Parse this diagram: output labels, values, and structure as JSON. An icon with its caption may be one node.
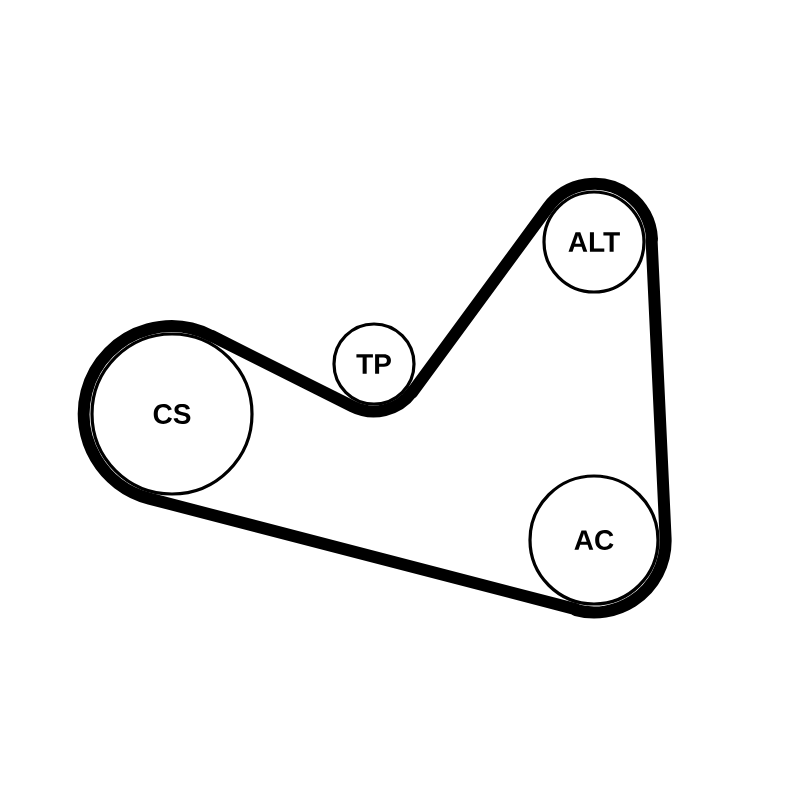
{
  "diagram": {
    "nodes": [
      {
        "text": [
          "CS"
        ]
      },
      {
        "text": [
          "TP"
        ]
      },
      {
        "text": [
          "ALT"
        ]
      },
      {
        "text": [
          "AC"
        ]
      }
    ],
    "edges": [
      {
        "from": 0,
        "to": 1,
        "arrow": "none"
      },
      {
        "from": 1,
        "to": 2,
        "arrow": "none"
      },
      {
        "from": 2,
        "to": 3,
        "arrow": "none"
      },
      {
        "from": 3,
        "to": 0,
        "arrow": "none"
      }
    ]
  }
}
